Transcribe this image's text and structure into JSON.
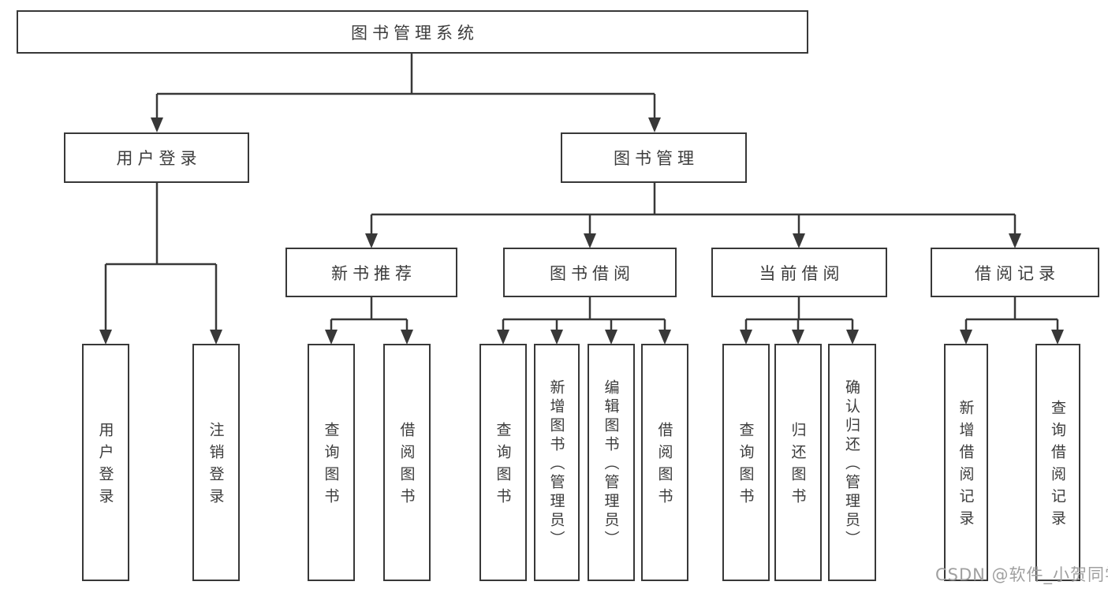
{
  "diagram": {
    "root_label": "图书管理系统",
    "user_login": {
      "label": "用户登录",
      "leaves": [
        "用户登录",
        "注销登录"
      ]
    },
    "book_mgmt": {
      "label": "图书管理",
      "sections": [
        {
          "label": "新书推荐",
          "leaves": [
            "查询图书",
            "借阅图书"
          ]
        },
        {
          "label": "图书借阅",
          "leaves": [
            "查询图书",
            "新增图书（管理员）",
            "编辑图书（管理员）",
            "借阅图书"
          ]
        },
        {
          "label": "当前借阅",
          "leaves": [
            "查询图书",
            "归还图书",
            "确认归还（管理员）"
          ]
        },
        {
          "label": "借阅记录",
          "leaves": [
            "新增借阅记录",
            "查询借阅记录"
          ]
        }
      ]
    }
  },
  "watermark": "CSDN @软件_小贺同学",
  "colors": {
    "line": "#383838",
    "box_border": "#383838",
    "box_fill": "#ffffff",
    "text": "#3c3c3c",
    "watermark": "#a0a0a0",
    "background": "#ffffff"
  }
}
